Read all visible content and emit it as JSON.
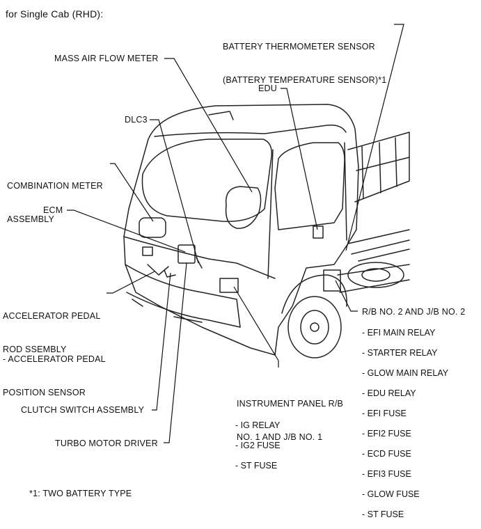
{
  "title": "for Single Cab (RHD):",
  "labels": {
    "battery_sensor_l1": "BATTERY THERMOMETER SENSOR",
    "battery_sensor_l2": "(BATTERY TEMPERATURE SENSOR)*1",
    "mass_air_flow_meter": "MASS AIR FLOW METER",
    "edu": "EDU",
    "dlc3": "DLC3",
    "combination_meter_l1": "COMBINATION METER",
    "combination_meter_l2": "ASSEMBLY",
    "ecm": "ECM",
    "accel_pedal_rod_l1": "ACCELERATOR PEDAL",
    "accel_pedal_rod_l2": "ROD SSEMBLY",
    "accel_pedal_sensor_l1": "- ACCELERATOR PEDAL",
    "accel_pedal_sensor_l2": "POSITION SENSOR",
    "clutch_switch": "CLUTCH SWITCH ASSEMBLY",
    "turbo_motor_driver": "TURBO MOTOR DRIVER",
    "instrument_panel_l1": "INSTRUMENT PANEL R/B",
    "instrument_panel_l2": "NO. 1 AND J/B NO. 1",
    "rb_jb_2": "R/B NO. 2 AND J/B NO. 2",
    "footnote": "*1: TWO BATTERY TYPE"
  },
  "instrument_panel_items": [
    "- IG RELAY",
    "- IG2 FUSE",
    "- ST FUSE"
  ],
  "rb2_items": [
    "- EFI MAIN RELAY",
    "- STARTER RELAY",
    "- GLOW MAIN RELAY",
    "- EDU RELAY",
    "- EFI FUSE",
    "- EFI2 FUSE",
    "- ECD FUSE",
    "- EFI3 FUSE",
    "- GLOW FUSE",
    "- ST FUSE"
  ]
}
